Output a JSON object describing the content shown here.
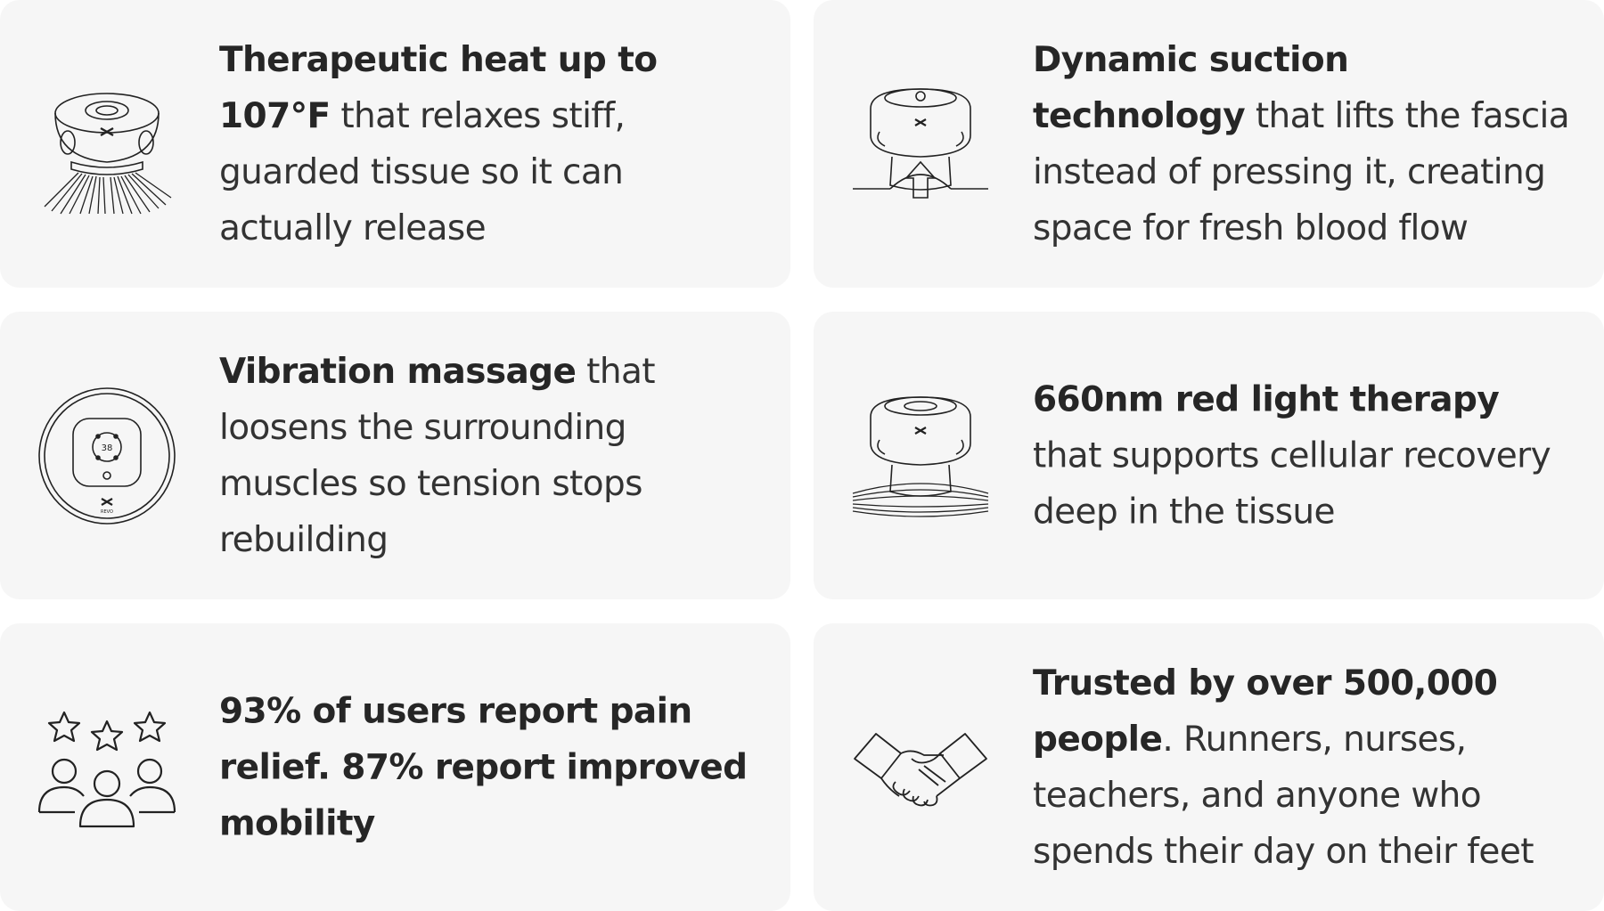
{
  "features": [
    {
      "icon": "heat-device-icon",
      "bold": "Therapeutic heat up to 107°F",
      "rest": " that relaxes stiff, guarded tissue so it can actually release"
    },
    {
      "icon": "suction-device-icon",
      "bold": "Dynamic suction technology",
      "rest": " that lifts the fascia instead of pressing it, creating space for fresh blood flow"
    },
    {
      "icon": "vibration-device-icon",
      "bold": "Vibration massage",
      "rest": " that loosens the surrounding muscles so tension stops rebuilding"
    },
    {
      "icon": "red-light-device-icon",
      "bold": "660nm red light therapy",
      "rest": " that supports cellular recovery deep in the tissue"
    },
    {
      "icon": "users-rating-icon",
      "bold": "93% of users report pain relief. 87% report improved mobility",
      "rest": ""
    },
    {
      "icon": "handshake-icon",
      "bold": "Trusted by over 500,000 people",
      "rest": ". Runners, nurses, teachers, and anyone who spends their day on their feet"
    }
  ],
  "device": {
    "brand": "REVO",
    "display": "38"
  }
}
